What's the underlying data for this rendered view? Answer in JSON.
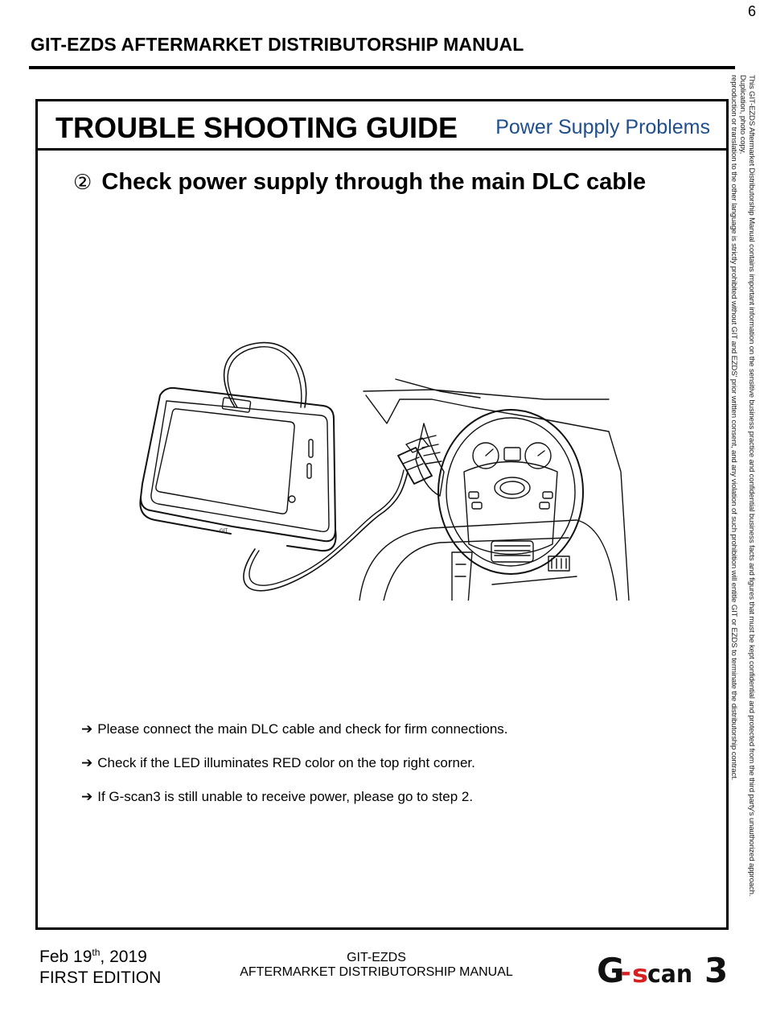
{
  "page_number": "6",
  "header": {
    "title": "GIT-EZDS AFTERMARKET DISTRIBUTORSHIP MANUAL"
  },
  "main": {
    "title": "TROUBLE SHOOTING GUIDE",
    "section_label": "Power Supply Problems",
    "step": {
      "number": "②",
      "heading": "Check power supply through the main DLC cable"
    },
    "illustration": {
      "description_icon": "scan-tool-connected-to-car-dlc-illustration",
      "device_badge": "GIT"
    },
    "instructions": [
      {
        "arrow": "➔",
        "text": "Please connect the main DLC cable and check for firm connections."
      },
      {
        "arrow": "➔",
        "text": "Check if the LED illuminates RED color on the top right corner."
      },
      {
        "arrow": "➔",
        "text": "If G-scan3 is still unable to receive power, please go to step 2."
      }
    ]
  },
  "side_notice": {
    "line1": "This GIT-EZDS Aftermarket Distributorship Manual contains important information on the sensitive business practice and confidential business facts and figures that must be kept confidential and protected from the third party's unauthorized approach.  Duplication, photo copy,",
    "line2": "reproduction or translation to the other language is strictly prohibited without GIT and EZDS' prior written consent, and any violation of such prohibition will entitle GIT or EZDS to terminate the distributorship contract."
  },
  "footer": {
    "date_prefix": "Feb 19",
    "date_sup": "th",
    "date_suffix": ", 2019",
    "edition": "FIRST EDITION",
    "center_line1": "GIT-EZDS",
    "center_line2": "AFTERMARKET DISTRIBUTORSHIP MANUAL",
    "logo_text": {
      "g": "G",
      "dash": "-",
      "scan": "scan",
      "num": "3"
    }
  },
  "colors": {
    "section_label": "#1f4e8c",
    "logo_accent": "#d42020",
    "logo_main": "#111111"
  }
}
